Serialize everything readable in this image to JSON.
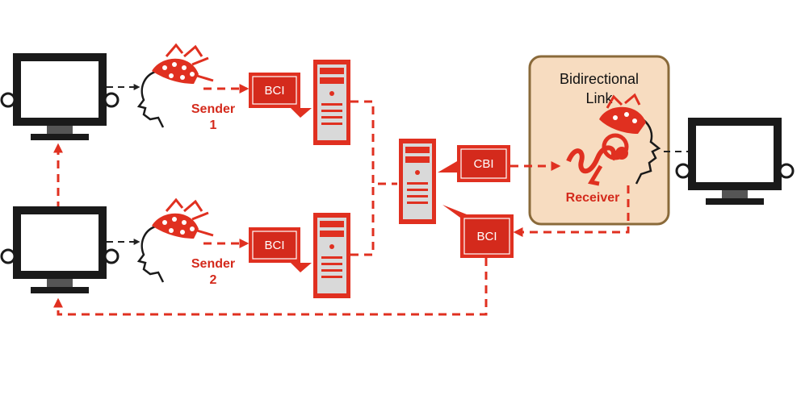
{
  "diagram": {
    "senders": [
      {
        "label": "Sender",
        "number": "1",
        "bci": "BCI"
      },
      {
        "label": "Sender",
        "number": "2",
        "bci": "BCI"
      }
    ],
    "center": {
      "cbi": "CBI",
      "bci": "BCI"
    },
    "link": {
      "line1": "Bidirectional",
      "line2": "Link"
    },
    "receiver": {
      "label": "Receiver"
    },
    "colors": {
      "accent": "#e03020",
      "link_bg": "#f7dcc0",
      "link_border": "#8a6a3a",
      "monitor": "#1a1a1a"
    }
  }
}
